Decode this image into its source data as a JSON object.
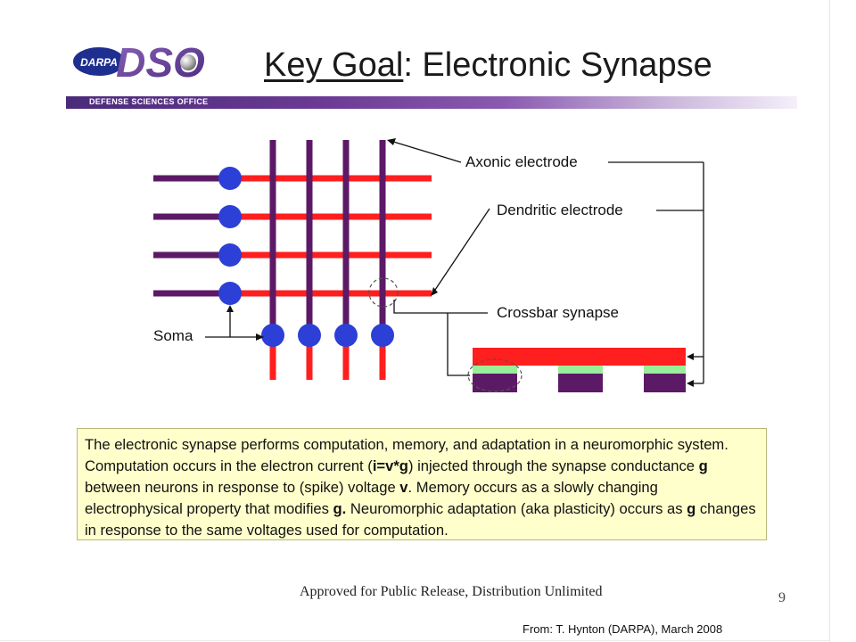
{
  "header": {
    "logo_darpa": "DARPA",
    "logo_dso": "DSO",
    "title_part1": "Key Goal",
    "title_part2": ": Electronic Synapse",
    "office_name": "DEFENSE SCIENCES OFFICE"
  },
  "diagram": {
    "labels": {
      "axonic": "Axonic electrode",
      "dendritic": "Dendritic electrode",
      "crossbar": "Crossbar synapse",
      "soma": "Soma"
    },
    "colors": {
      "axonic": "#5c1a66",
      "dendritic": "#ff1f1f",
      "soma": "#2c3fd6",
      "memristive_layer": "#99ee99"
    }
  },
  "description": {
    "p1": "The electronic synapse performs computation, memory, and adaptation in a neuromorphic system.  Computation occurs in the electron current (",
    "eq": "i=v*g",
    "p2": ") injected through the synapse conductance ",
    "g1": "g",
    "p3": " between neurons in response to (spike) voltage ",
    "v": "v",
    "p4": ".  Memory occurs as a slowly changing electrophysical property that modifies ",
    "g2": "g.",
    "p5": "  Neuromorphic adaptation (aka plasticity) occurs as ",
    "g3": "g",
    "p6": " changes in response to the same voltages used for computation."
  },
  "footer": {
    "approved": "Approved for Public Release, Distribution Unlimited",
    "page_number": "9",
    "credit": "From: T. Hynton (DARPA), March 2008"
  }
}
